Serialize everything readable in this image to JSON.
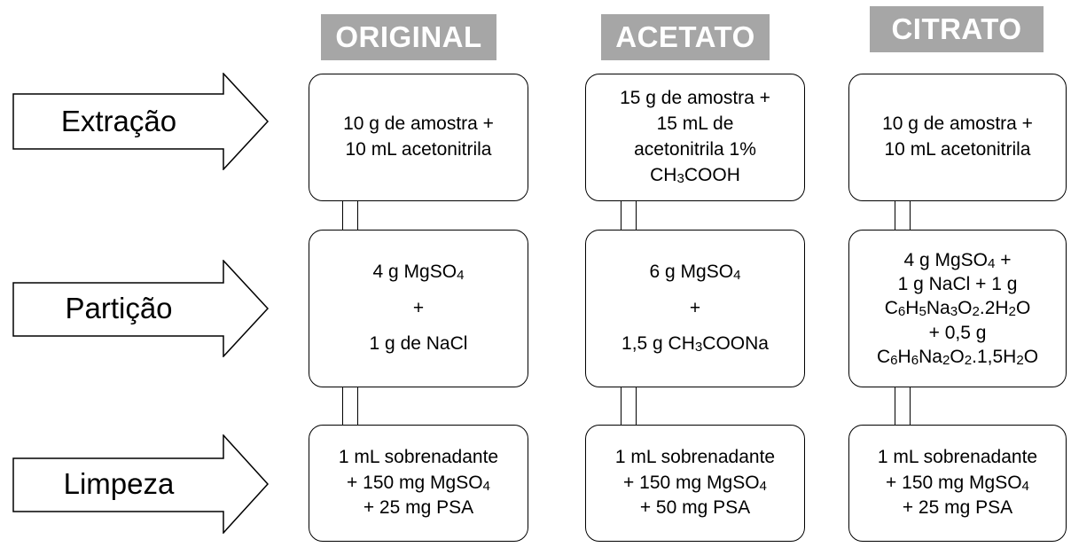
{
  "headers": [
    "ORIGINAL",
    "ACETATO",
    "CITRATO"
  ],
  "stages": [
    "Extração",
    "Partição",
    "Limpeza"
  ],
  "boxes": {
    "original": {
      "extracao": [
        "10 g de amostra +",
        "10 mL acetonitrila"
      ],
      "particao": [
        "4 g MgSO|4|",
        "+",
        "1 g de NaCl"
      ],
      "limpeza": [
        "1 mL  sobrenadante",
        "+ 150 mg MgSO|4|",
        "+ 25 mg PSA"
      ]
    },
    "acetato": {
      "extracao": [
        "15 g de amostra +",
        "15 mL de",
        "acetonitrila 1%",
        "CH|3|COOH"
      ],
      "particao": [
        "6 g MgSO|4|",
        "+",
        "1,5 g  CH|3|COONa"
      ],
      "limpeza": [
        "1 mL sobrenadante",
        "+ 150 mg MgSO|4|",
        "+ 50 mg PSA"
      ]
    },
    "citrato": {
      "extracao": [
        "10 g de amostra +",
        "10 mL acetonitrila"
      ],
      "particao": [
        "4 g MgSO|4| +",
        "1 g NaCl + 1 g",
        "C|6|H|5|Na|3|O|2|.2H|2|O",
        "+ 0,5 g",
        "C|6|H|6|Na|2|O|2|.1,5H|2|O"
      ],
      "limpeza": [
        "1 mL sobrenadante",
        "+ 150 mg MgSO|4|",
        "+ 25 mg PSA"
      ]
    }
  }
}
